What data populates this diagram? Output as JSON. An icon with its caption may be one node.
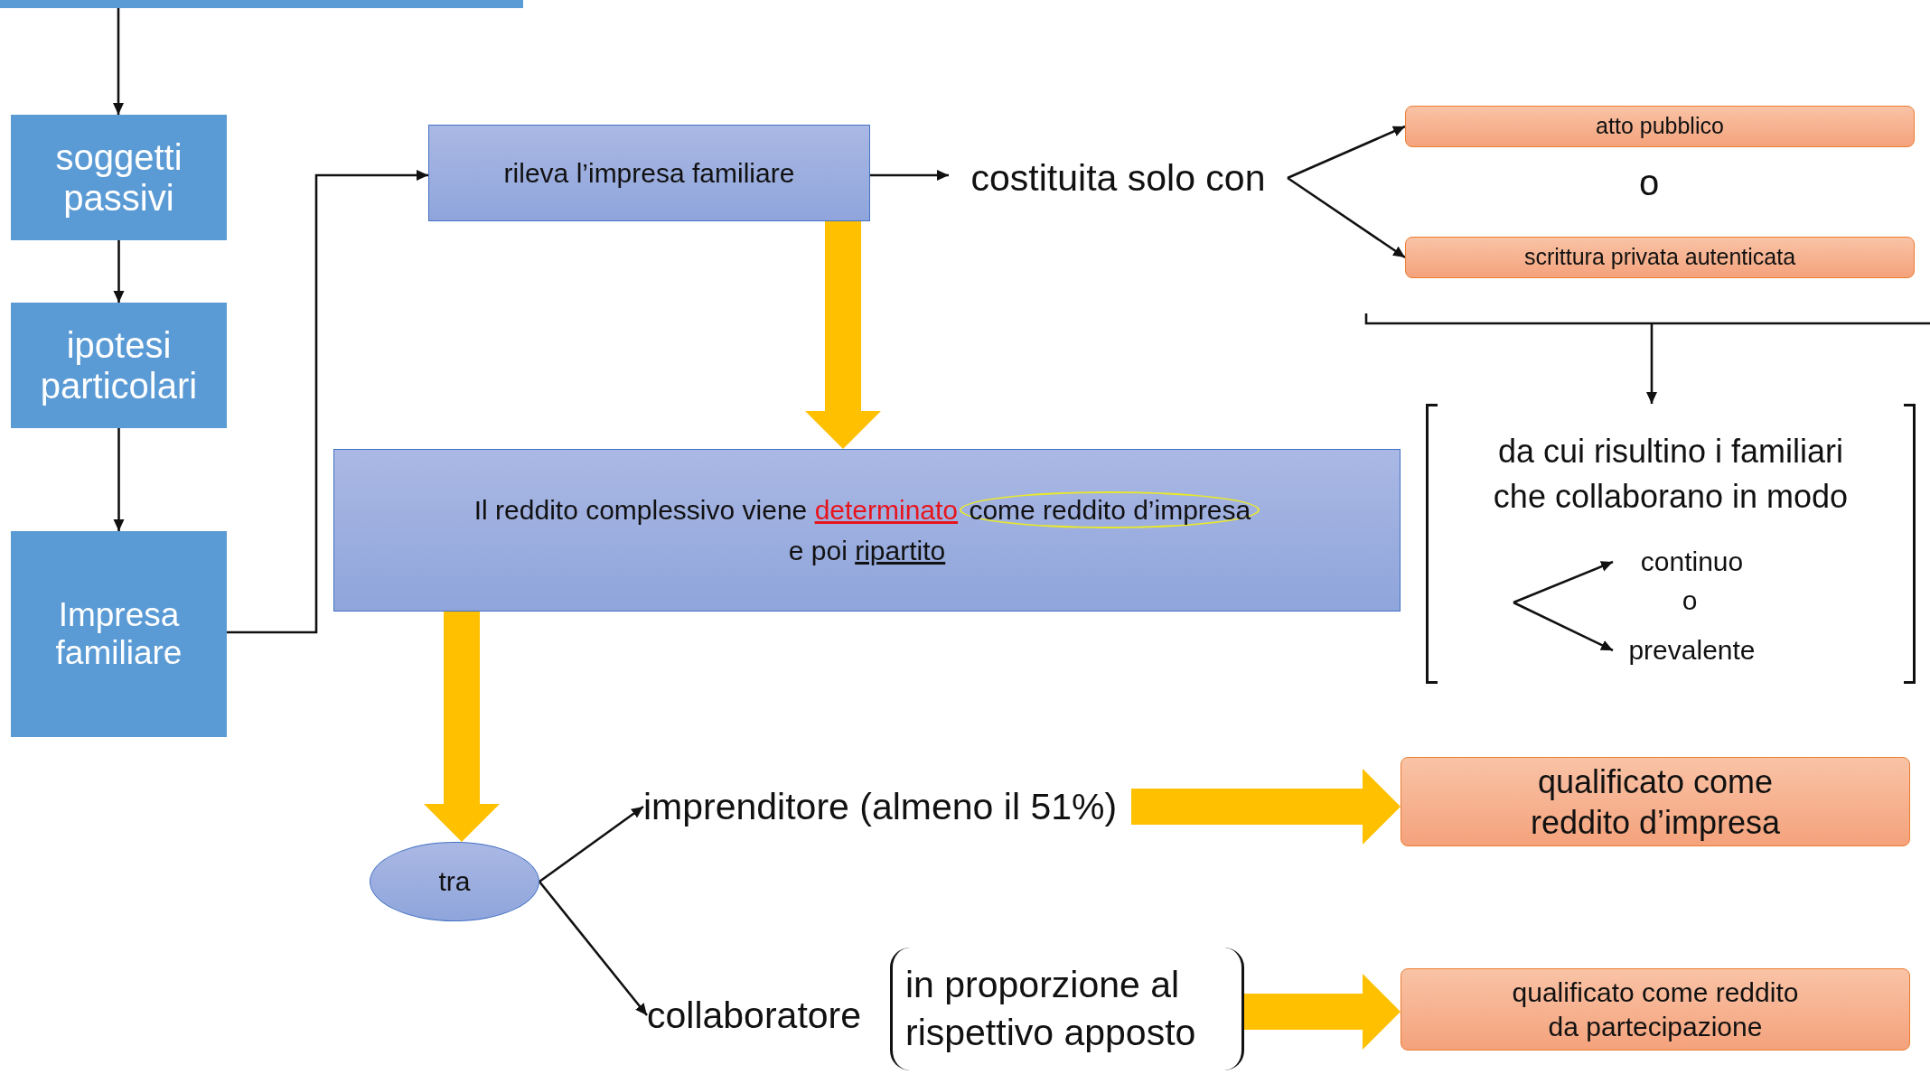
{
  "diagram": {
    "nodes": [
      {
        "text": [],
        "shape": "bar"
      },
      {
        "text": [
          "soggetti passivi"
        ]
      },
      {
        "text": [
          "ipotesi particolari"
        ]
      },
      {
        "text": [
          "rileva l’impresa familiare"
        ]
      },
      {
        "text": [
          "costituita solo con"
        ]
      },
      {
        "text": [
          "atto pubblico"
        ]
      },
      {
        "text": [
          "scrittura privata autenticata"
        ]
      },
      {
        "text": [
          "Impresa familiare"
        ]
      },
      {
        "text": [
          "Il reddito complessivo viene",
          "determinato",
          "come reddito d’impresa",
          "e poi",
          "ripartito"
        ]
      },
      {
        "text": [
          "da cui risultino i familiari che collaborano in modo"
        ]
      },
      {
        "text": [
          "continuo"
        ],
        "in": 9
      },
      {
        "text": [
          "prevalente"
        ],
        "in": 9
      },
      {
        "text": [
          "tra"
        ]
      },
      {
        "text": [
          "imprenditore (almeno il 51%)"
        ]
      },
      {
        "text": [
          "qualificato come reddito d’impresa"
        ]
      },
      {
        "text": [
          "collaboratore"
        ]
      },
      {
        "text": [
          "in proporzione al rispettivo apposto"
        ]
      },
      {
        "text": [
          "qualificato come reddito da partecipazione"
        ]
      }
    ],
    "edges": [
      {
        "from": 0,
        "to": 1,
        "arrow": "to"
      },
      {
        "from": 1,
        "to": 2,
        "arrow": "to"
      },
      {
        "from": 2,
        "to": 7,
        "arrow": "to"
      },
      {
        "from": 7,
        "to": 3,
        "arrow": "to"
      },
      {
        "from": 3,
        "to": 4,
        "arrow": "to"
      },
      {
        "from": 4,
        "to": 5,
        "arrow": "to"
      },
      {
        "from": 4,
        "to": 6,
        "arrow": "to"
      },
      {
        "from": null,
        "to": 9,
        "arrow": "to"
      },
      {
        "from": 3,
        "to": 8,
        "arrow": "to",
        "style": "thick",
        "color": "#ffc000"
      },
      {
        "from": null,
        "to": 10,
        "arrow": "to"
      },
      {
        "from": null,
        "to": 11,
        "arrow": "to"
      },
      {
        "from": 8,
        "to": 12,
        "arrow": "to",
        "style": "thick",
        "color": "#ffc000"
      },
      {
        "from": 12,
        "to": 13,
        "arrow": "to"
      },
      {
        "from": 12,
        "to": 15,
        "arrow": "to"
      },
      {
        "from": 13,
        "to": 14,
        "arrow": "to",
        "style": "thick",
        "color": "#ffc000"
      },
      {
        "from": 16,
        "to": 17,
        "arrow": "to",
        "style": "thick",
        "color": "#ffc000"
      }
    ],
    "labels": [
      "o",
      "o"
    ]
  }
}
